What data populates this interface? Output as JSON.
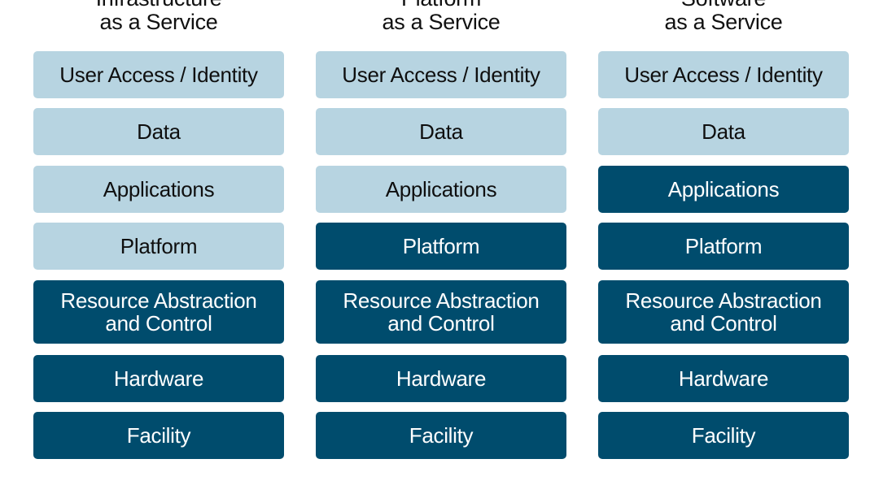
{
  "colors": {
    "provider_managed": "#004c6d",
    "customer_managed": "#b7d4e1"
  },
  "columns": [
    {
      "title_line1": "Infrastructure",
      "title_line2": "as a Service",
      "layers": [
        {
          "label": "User Access / Identity",
          "style": "customer"
        },
        {
          "label": "Data",
          "style": "customer"
        },
        {
          "label": "Applications",
          "style": "customer"
        },
        {
          "label": "Platform",
          "style": "customer"
        },
        {
          "label": "Resource Abstraction\nand Control",
          "style": "provider"
        },
        {
          "label": "Hardware",
          "style": "provider"
        },
        {
          "label": "Facility",
          "style": "provider"
        }
      ]
    },
    {
      "title_line1": "Platform",
      "title_line2": "as a Service",
      "layers": [
        {
          "label": "User Access / Identity",
          "style": "customer"
        },
        {
          "label": "Data",
          "style": "customer"
        },
        {
          "label": "Applications",
          "style": "customer"
        },
        {
          "label": "Platform",
          "style": "provider"
        },
        {
          "label": "Resource Abstraction\nand Control",
          "style": "provider"
        },
        {
          "label": "Hardware",
          "style": "provider"
        },
        {
          "label": "Facility",
          "style": "provider"
        }
      ]
    },
    {
      "title_line1": "Software",
      "title_line2": "as a Service",
      "layers": [
        {
          "label": "User Access / Identity",
          "style": "customer"
        },
        {
          "label": "Data",
          "style": "customer"
        },
        {
          "label": "Applications",
          "style": "provider"
        },
        {
          "label": "Platform",
          "style": "provider"
        },
        {
          "label": "Resource Abstraction\nand Control",
          "style": "provider"
        },
        {
          "label": "Hardware",
          "style": "provider"
        },
        {
          "label": "Facility",
          "style": "provider"
        }
      ]
    }
  ]
}
